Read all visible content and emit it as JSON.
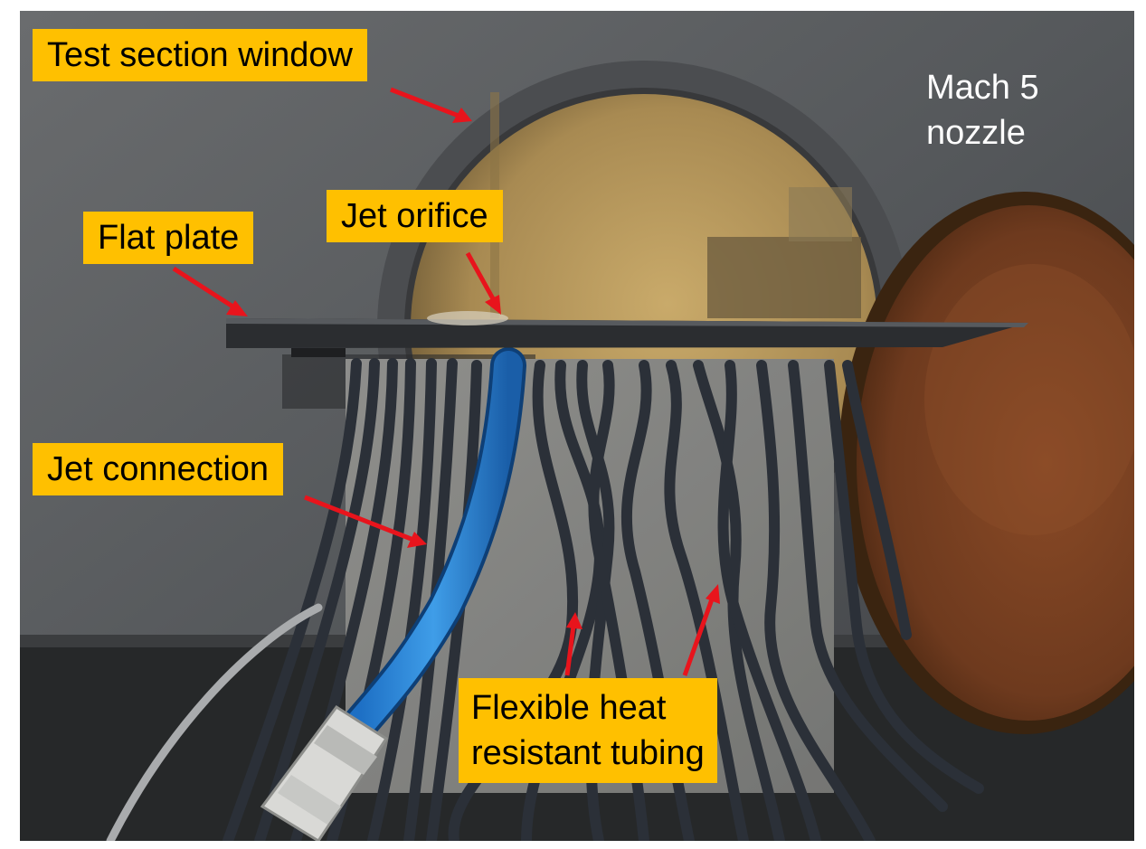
{
  "labels": {
    "test_section_window": "Test section window",
    "mach_nozzle": "Mach 5\nnozzle",
    "flat_plate": "Flat plate",
    "jet_orifice": "Jet orifice",
    "jet_connection": "Jet connection",
    "flexible_tubing": "Flexible heat\nresistant tubing"
  },
  "colors": {
    "callout_fill": "#ffc000",
    "arrow": "#e8141c",
    "nozzle_label_text": "#ffffff"
  }
}
